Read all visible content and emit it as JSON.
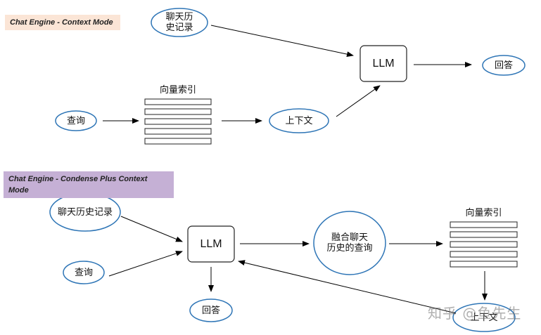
{
  "colors": {
    "ellipse_stroke": "#2e75b6",
    "line": "#000000",
    "mode1_bg": "#fbe5d6",
    "mode2_bg": "#c5b0d5"
  },
  "section1": {
    "title": "Chat Engine - Context Mode",
    "history": "聊天历\n史记录",
    "query": "查询",
    "index_label": "向量索引",
    "context": "上下文",
    "llm": "LLM",
    "answer": "回答"
  },
  "section2": {
    "title": "Chat Engine - Condense Plus Context Mode",
    "history": "聊天历史记录",
    "query": "查询",
    "llm": "LLM",
    "answer": "回答",
    "merged": "融合聊天\n历史的查询",
    "index_label": "向量索引",
    "context": "上下文"
  },
  "watermark": "知乎 @鱼先生"
}
